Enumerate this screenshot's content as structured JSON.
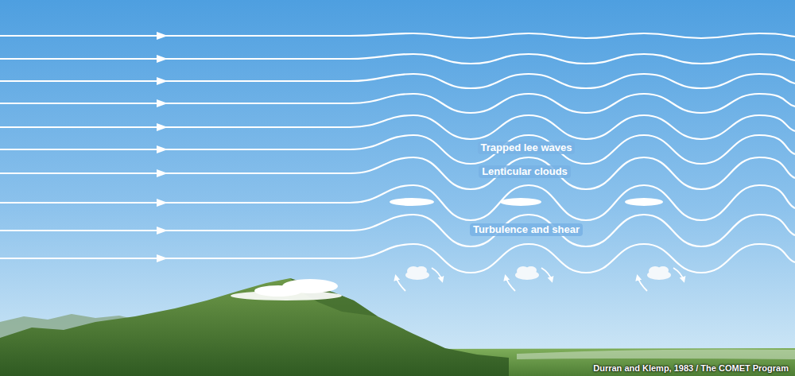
{
  "diagram": {
    "labels": [
      "Trapped lee waves",
      "Lenticular clouds",
      "Turbulence and shear",
      "Durran and Klemp, 1983 / The COMET Program"
    ]
  }
}
